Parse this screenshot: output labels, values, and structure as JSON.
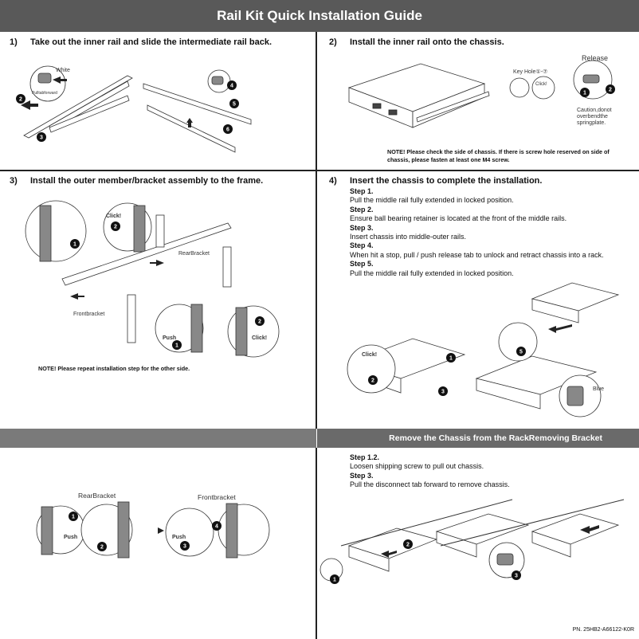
{
  "title": "Rail Kit Quick Installation Guide",
  "sections": [
    {
      "num": "1)",
      "title": "Take out the inner rail and slide the intermediate rail back."
    },
    {
      "num": "2)",
      "title": "Install the inner rail onto the chassis."
    },
    {
      "num": "3)",
      "title": "Install the outer member/bracket assembly to the frame."
    },
    {
      "num": "4)",
      "title": "Insert the chassis to complete the installation."
    }
  ],
  "s1_labels": {
    "white": "White",
    "pull": "Pulltabforward"
  },
  "s2_labels": {
    "release": "Release",
    "keyhole": "Key Hole①-⑦",
    "click": "Click!",
    "caution": [
      "Caution,donot",
      "overbendthe",
      "springplate."
    ]
  },
  "s2_note": [
    "NOTE! Please check the side of chassis. If there is screw hole reserved on side of",
    "chassis, please fasten at least one M4 screw."
  ],
  "s3_labels": {
    "click": "Click!",
    "rear": "RearBracket",
    "front": "Frontbracket",
    "push": "Push"
  },
  "s3_note": "NOTE! Please repeat installation step for the other side.",
  "s4_steps": [
    {
      "step": "Step 1.",
      "text": "Pull the middle rail fully extended in locked position."
    },
    {
      "step": "Step 2.",
      "text": "Ensure ball bearing retainer is located at the front of the middle rails."
    },
    {
      "step": "Step 3.",
      "text": "Insert chassis into middle-outer rails."
    },
    {
      "step": "Step 4.",
      "text": "When hit a stop, pull / push release tab to unlock and retract chassis into a rack."
    },
    {
      "step": "Step 5.",
      "text": "Pull the middle rail fully extended in locked position."
    }
  ],
  "s4_labels": {
    "click": "Click!",
    "blue": "Blue"
  },
  "remove_title": "Remove the Chassis from the RackRemoving Bracket",
  "remove_labels": {
    "rear": "RearBracket",
    "front": "Frontbracket",
    "push": "Push"
  },
  "remove_steps": [
    {
      "step": "Step 1.2.",
      "text": "Loosen shipping screw to pull out chassis."
    },
    {
      "step": "Step 3.",
      "text": "Pull the disconnect tab forward to remove chassis."
    }
  ],
  "part_number": "PN. 25HB2-A66122-K0R",
  "badges": {
    "b1": "1",
    "b2": "2",
    "b3": "3",
    "b4": "4",
    "b5": "5",
    "b6": "6"
  }
}
